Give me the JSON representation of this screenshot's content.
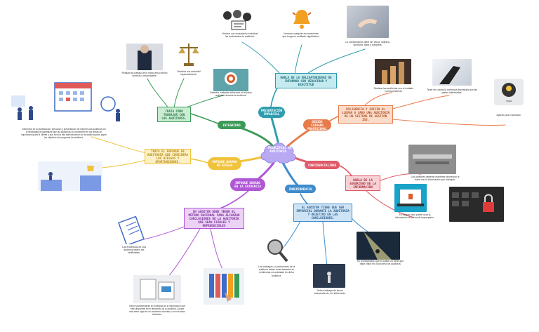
{
  "center": "7 PRINCIPIOS DE AUDITORÍA",
  "principles": {
    "integridad": "INTEGRIDAD",
    "presentacion": "PRESENTACIÓN IMPARCIAL",
    "cuidado": "DEBIDO CUIDADO PROFESIONAL",
    "confidencialidad": "CONFIDENCIALIDAD",
    "independencia": "INDEPENDENCIA",
    "evidencia": "ENFOQUE BASADO EN LA EVIDENCIA",
    "riesgo": "ENFOQUE BASADO EN RIESGO"
  },
  "explanations": {
    "integridad": "TRATA CÓMO TRABAJAR CON LOS AUDITORES.",
    "presentacion": "HABLA DE LA OBLIGATORIEDAD DE INFORMAR CON VERACIDAD Y EXACTITUD",
    "cuidado": "DILIGENCIA Y JUICIO AL LLEVAR A CABO UNA AUDITORÍA DE UN SISTEMA DE GESTIÓN ISO.",
    "confidencialidad": "HABLA DE LA SEGURIDAD DE LA INFORMACIÓN",
    "independencia": "EL AUDITOR TIENE QUE SER IMPARCIAL DURANTE LA AUDITORÍA Y OBJETIVO EN LAS CONCLUSIONES.",
    "evidencia": "UN AUDITOR DEBE TENER EL MÉTODO RACIONAL PARA ALCANZAR CONCLUSIONES DE LA AUDITORÍA QUE SEAN FIABLES Y REPRODUCIBLES",
    "riesgo": "TRATA EL ENFOQUE DE AUDITORÍA QUE CONSIDERA LOS RIESGOS Y OPORTUNIDADES."
  },
  "captions": {
    "monitoreo": "Mostrar con veracidad y exactitud las actividades de auditoría.",
    "informar": "Informar cualquier inconveniente que tenga un auditado significativo.",
    "comunicacion": "La comunicación debe ser veraz, objetiva, oportuna, clara y completa.",
    "etica": "Realizar su trabajo de la mano ética siendo honesto y responsable.",
    "imparcial": "Realizar sus actividad imparcialmente.",
    "influencia": "Detectar cualquier influencia en el juicio realizado durante la auditoría.",
    "importancia": "Realizar las auditorías con el cuidado correspondiente.",
    "confianza": "Tener en cuenta la confianza depositada por las partes interesadas.",
    "juicio": "Aplicar juicio razonado.",
    "riesgo_info": "Influenciar en la planificación, ejecución y presentación de informes las auditorías en la flexibilidad de garantizar que las auditorías se concentren en los temas de importancia para el cliente y que sirva la alta administración de la auditoría para lograr los objetivos del programa de auditoría.",
    "cuidar_info": "Los auditores deberán mantener discreción al tratar con la información que manejan.",
    "uso_info": "En ningún caso puede usar la información de un modo inapropiado.",
    "evidencias": "Las evidencias de una auditoría deben ser verificables.",
    "muestras": "Debe fundamentarse en muestras de la información que esté disponible en el desarrollo de la auditoría, ya que esto tiene lugar en un momento concreto y con recursos limitados.",
    "hallazgos": "Los hallazgos y conclusiones de la auditoría deben estar basados en evidencias encontradas en dicha auditoría.",
    "trabajo_libre": "Deben trabajar de forma independiente, sin influencias.",
    "representar": "Es representado que el auditor no tiene que dejar influir en un proceso de auditoría."
  },
  "icon_texts": {
    "yoda": "YODA"
  },
  "colors": {
    "center": "#b9a9f3",
    "integridad": "#3c9a57",
    "presentacion": "#2f9dae",
    "cuidado": "#e87b4c",
    "confidencialidad": "#e05a67",
    "independencia": "#3f8ccc",
    "evidencia": "#b057d6",
    "riesgo": "#f1c23b"
  }
}
